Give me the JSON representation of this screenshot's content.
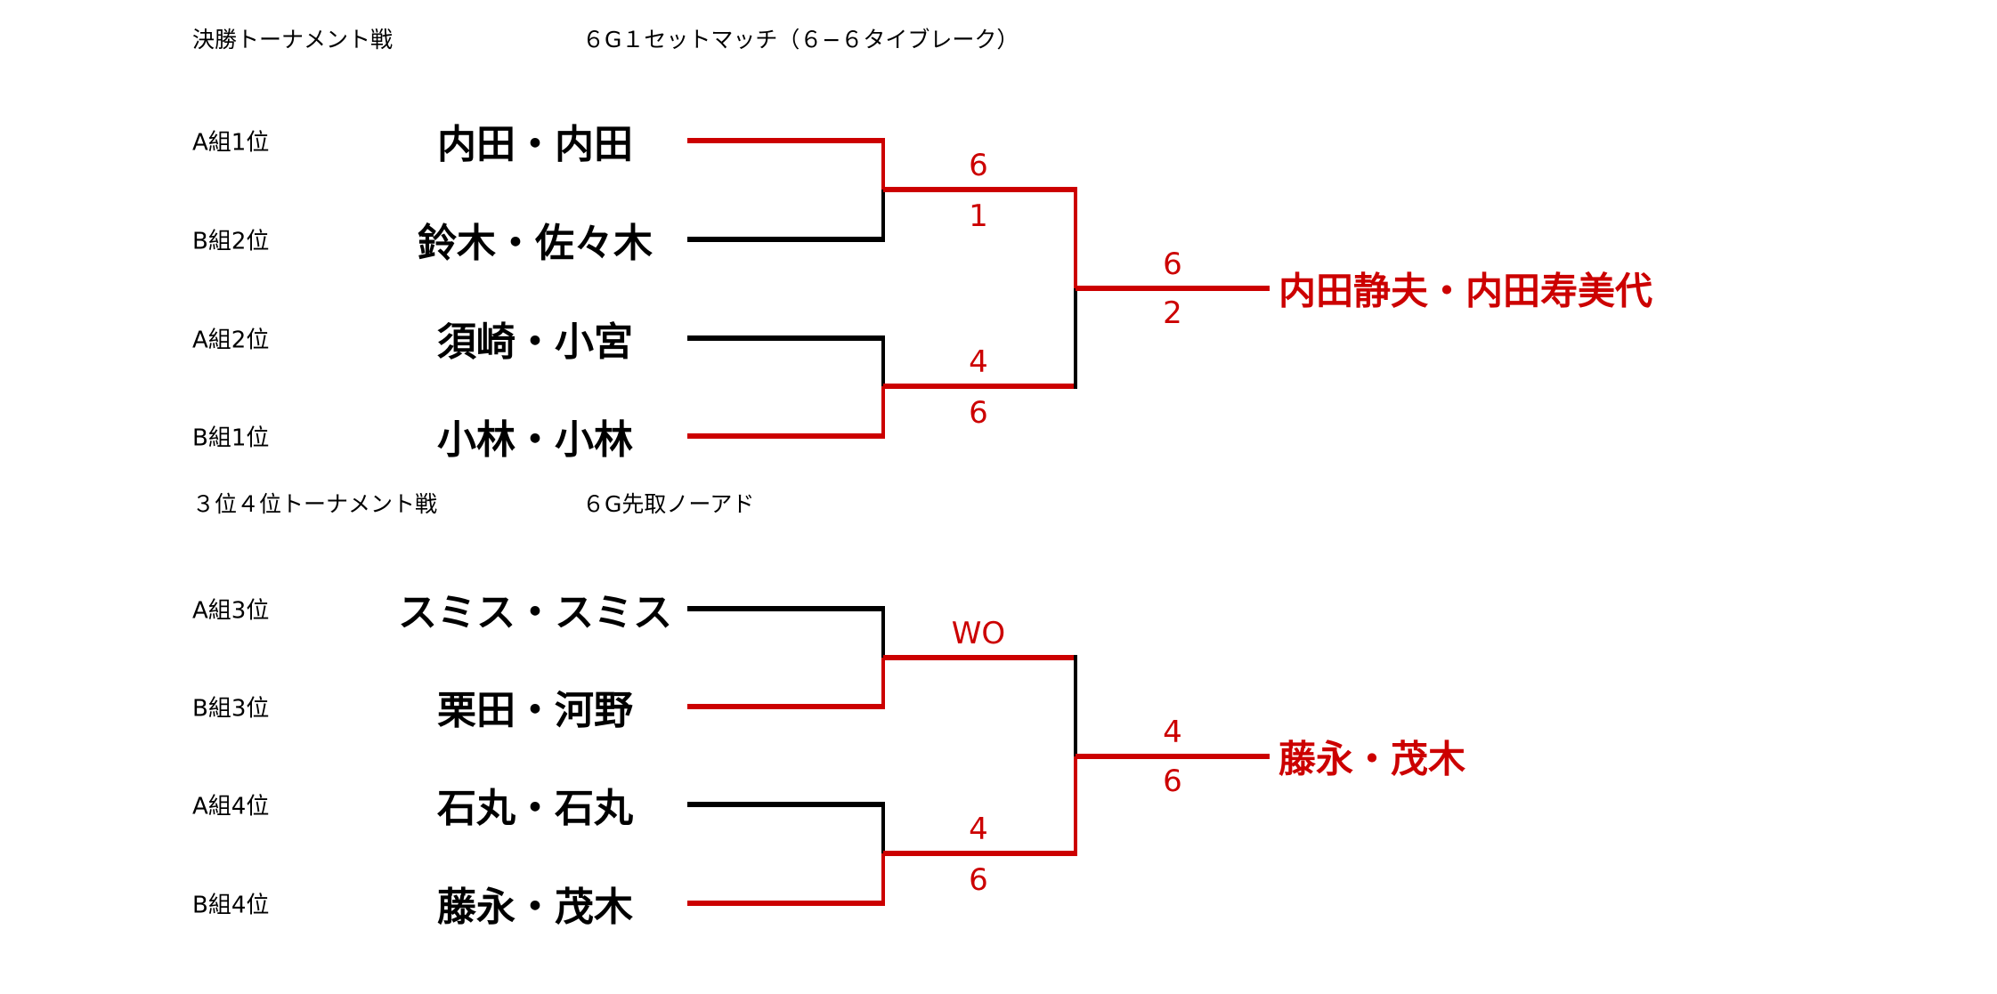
{
  "sections": [
    {
      "title": "決勝トーナメント戦",
      "format": "６G１セットマッチ（６−６タイブレーク）",
      "entries": [
        {
          "seed": "A組1位",
          "name": "内田・内田"
        },
        {
          "seed": "B組2位",
          "name": "鈴木・佐々木"
        },
        {
          "seed": "A組2位",
          "name": "須崎・小宮"
        },
        {
          "seed": "B組1位",
          "name": "小林・小林"
        }
      ],
      "semis": [
        {
          "top_score": "6",
          "bottom_score": "1",
          "winner": "top"
        },
        {
          "top_score": "4",
          "bottom_score": "6",
          "winner": "bottom"
        }
      ],
      "final": {
        "top_score": "6",
        "bottom_score": "2",
        "winner": "top",
        "champion": "内田静夫・内田寿美代"
      }
    },
    {
      "title": "３位４位トーナメント戦",
      "format": "６G先取ノーアド",
      "entries": [
        {
          "seed": "A組3位",
          "name": "スミス・スミス"
        },
        {
          "seed": "B組3位",
          "name": "栗田・河野"
        },
        {
          "seed": "A組4位",
          "name": "石丸・石丸"
        },
        {
          "seed": "B組4位",
          "name": "藤永・茂木"
        }
      ],
      "semis": [
        {
          "top_score": "WO",
          "bottom_score": "",
          "winner": "bottom"
        },
        {
          "top_score": "4",
          "bottom_score": "6",
          "winner": "bottom"
        }
      ],
      "final": {
        "top_score": "4",
        "bottom_score": "6",
        "winner": "bottom",
        "champion": "藤永・茂木"
      }
    }
  ],
  "colors": {
    "winner": "#cc0000",
    "loser": "#000000"
  }
}
